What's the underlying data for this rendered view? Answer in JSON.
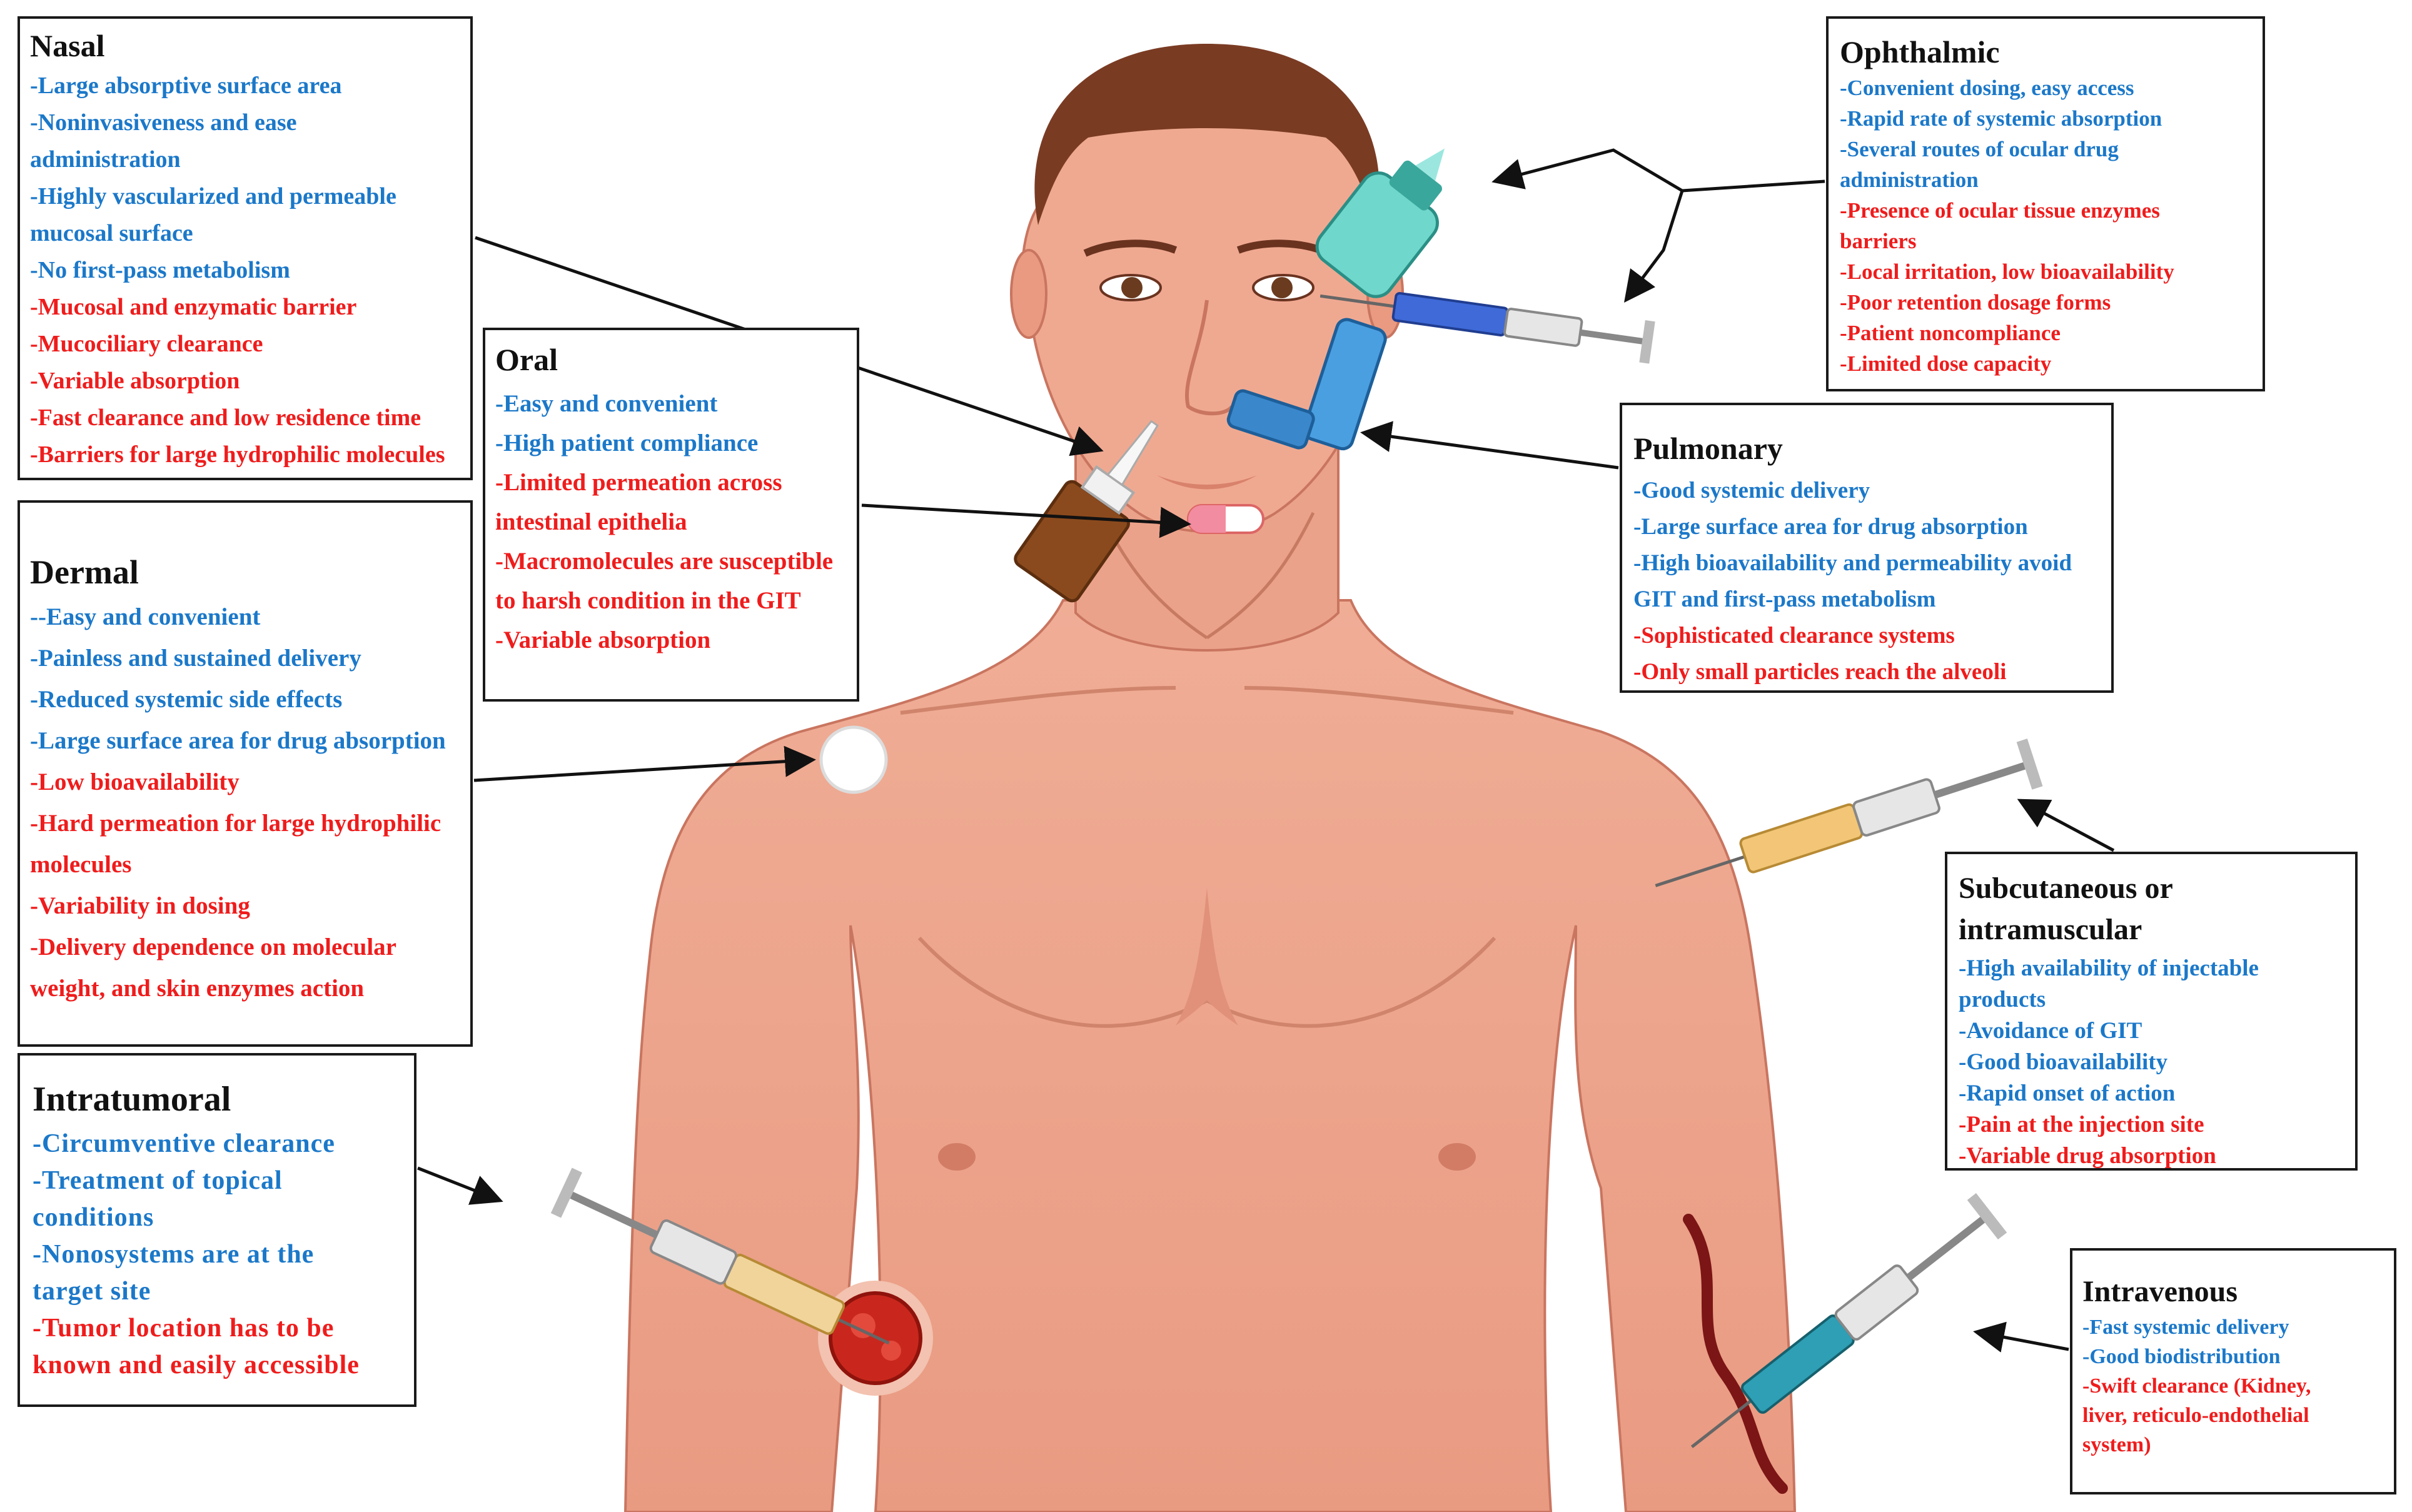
{
  "boxes": {
    "nasal": {
      "title": "Nasal",
      "items": [
        {
          "text": "-Large absorptive surface area",
          "kind": "adv"
        },
        {
          "text": "-Noninvasiveness and ease",
          "kind": "adv"
        },
        {
          "text": "administration",
          "kind": "adv"
        },
        {
          "text": "-Highly vascularized and permeable",
          "kind": "adv"
        },
        {
          "text": "mucosal surface",
          "kind": "adv"
        },
        {
          "text": "-No first-pass metabolism",
          "kind": "adv"
        },
        {
          "text": "-Mucosal and enzymatic barrier",
          "kind": "dis"
        },
        {
          "text": "-Mucociliary clearance",
          "kind": "dis"
        },
        {
          "text": "-Variable absorption",
          "kind": "dis"
        },
        {
          "text": "-Fast clearance and low residence time",
          "kind": "dis"
        },
        {
          "text": "-Barriers for large hydrophilic molecules",
          "kind": "dis"
        }
      ]
    },
    "oral": {
      "title": "Oral",
      "items": [
        {
          "text": "-Easy and convenient",
          "kind": "adv"
        },
        {
          "text": "-High patient compliance",
          "kind": "adv"
        },
        {
          "text": "-Limited permeation across",
          "kind": "dis"
        },
        {
          "text": "intestinal epithelia",
          "kind": "dis"
        },
        {
          "text": "-Macromolecules are susceptible",
          "kind": "dis"
        },
        {
          "text": "to harsh condition in the GIT",
          "kind": "dis"
        },
        {
          "text": "-Variable absorption",
          "kind": "dis"
        }
      ]
    },
    "dermal": {
      "title": "Dermal",
      "items": [
        {
          "text": "--Easy and convenient",
          "kind": "adv"
        },
        {
          "text": "-Painless and sustained delivery",
          "kind": "adv"
        },
        {
          "text": "-Reduced systemic side effects",
          "kind": "adv"
        },
        {
          "text": "-Large surface area for drug absorption",
          "kind": "adv"
        },
        {
          "text": "-Low bioavailability",
          "kind": "dis"
        },
        {
          "text": "-Hard permeation for large hydrophilic",
          "kind": "dis"
        },
        {
          "text": "molecules",
          "kind": "dis"
        },
        {
          "text": "-Variability in dosing",
          "kind": "dis"
        },
        {
          "text": "-Delivery dependence on molecular",
          "kind": "dis"
        },
        {
          "text": "weight, and skin enzymes action",
          "kind": "dis"
        }
      ]
    },
    "intratumoral": {
      "title": "Intratumoral",
      "items": [
        {
          "text": "-Circumventive clearance",
          "kind": "adv"
        },
        {
          "text": "-Treatment of topical",
          "kind": "adv"
        },
        {
          "text": "conditions",
          "kind": "adv"
        },
        {
          "text": "-Nonosystems are at the",
          "kind": "adv"
        },
        {
          "text": "target site",
          "kind": "adv"
        },
        {
          "text": "-Tumor location has to be",
          "kind": "dis"
        },
        {
          "text": "known and easily accessible",
          "kind": "dis"
        }
      ]
    },
    "ophthalmic": {
      "title": "Ophthalmic",
      "items": [
        {
          "text": "-Convenient dosing, easy access",
          "kind": "adv"
        },
        {
          "text": "-Rapid rate of systemic absorption",
          "kind": "adv"
        },
        {
          "text": "-Several routes of ocular drug",
          "kind": "adv"
        },
        {
          "text": "administration",
          "kind": "adv"
        },
        {
          "text": "-Presence of ocular tissue enzymes",
          "kind": "dis"
        },
        {
          "text": "barriers",
          "kind": "dis"
        },
        {
          "text": "-Local irritation, low bioavailability",
          "kind": "dis"
        },
        {
          "text": "-Poor retention dosage forms",
          "kind": "dis"
        },
        {
          "text": "-Patient noncompliance",
          "kind": "dis"
        },
        {
          "text": "-Limited dose capacity",
          "kind": "dis"
        }
      ]
    },
    "pulmonary": {
      "title": "Pulmonary",
      "items": [
        {
          "text": "-Good systemic delivery",
          "kind": "adv"
        },
        {
          "text": "-Large surface area for drug absorption",
          "kind": "adv"
        },
        {
          "text": "-High bioavailability and permeability avoid",
          "kind": "adv"
        },
        {
          "text": "GIT and first-pass metabolism",
          "kind": "adv"
        },
        {
          "text": "-Sophisticated clearance systems",
          "kind": "dis"
        },
        {
          "text": "-Only small particles reach the alveoli",
          "kind": "dis"
        }
      ]
    },
    "subq": {
      "title_lines": [
        "Subcutaneous or",
        "intramuscular"
      ],
      "items": [
        {
          "text": "-High availability of injectable",
          "kind": "adv"
        },
        {
          "text": "products",
          "kind": "adv"
        },
        {
          "text": "-Avoidance of GIT",
          "kind": "adv"
        },
        {
          "text": "-Good bioavailability",
          "kind": "adv"
        },
        {
          "text": "-Rapid onset of action",
          "kind": "adv"
        },
        {
          "text": "-Pain at the injection site",
          "kind": "dis"
        },
        {
          "text": "-Variable drug absorption",
          "kind": "dis"
        }
      ]
    },
    "iv": {
      "title": "Intravenous",
      "items": [
        {
          "text": "-Fast systemic delivery",
          "kind": "adv"
        },
        {
          "text": "-Good biodistribution",
          "kind": "adv"
        },
        {
          "text": "-Swift clearance (Kidney,",
          "kind": "dis"
        },
        {
          "text": "liver, reticulo-endothelial",
          "kind": "dis"
        },
        {
          "text": "system)",
          "kind": "dis"
        }
      ]
    }
  },
  "colors": {
    "advantage": "#1b78c9",
    "disadvantage": "#ef1c1c",
    "skin": "#eda58e",
    "skin_shadow": "#d9836a",
    "hair": "#7a3b23",
    "box_border": "#1a1a1a"
  }
}
